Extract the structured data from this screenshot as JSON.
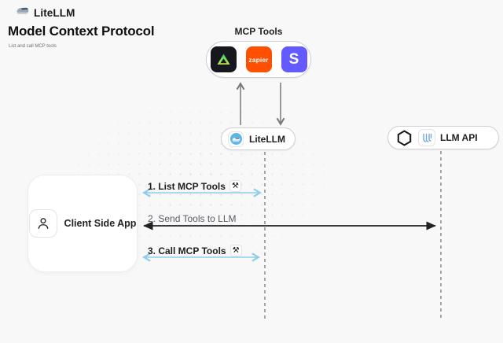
{
  "header": {
    "brand": "LiteLLM",
    "title": "Model Context Protocol",
    "subtitle": "List and call MCP tools"
  },
  "mcp_tools": {
    "label": "MCP Tools",
    "tools": [
      {
        "name": "triangle-tool",
        "bg": "#16181d"
      },
      {
        "name": "zapier",
        "text": "zapier",
        "bg": "#ff4f00"
      },
      {
        "name": "stripe",
        "text": "S",
        "bg": "#635bff"
      }
    ]
  },
  "nodes": {
    "litellm": {
      "label": "LiteLLM"
    },
    "llm_api": {
      "label": "LLM API"
    },
    "client": {
      "label": "Client Side App"
    }
  },
  "sequence": [
    {
      "label": "1. List MCP Tools",
      "icon": "⚒",
      "color": "#8fcdea"
    },
    {
      "label": "2. Send Tools to LLM",
      "color": "#222226"
    },
    {
      "label": "3. Call MCP Tools",
      "icon": "⚒",
      "color": "#8fcdea"
    }
  ],
  "colors": {
    "background": "#f8f8f9",
    "accent_blue": "#8fcdea",
    "zapier_orange": "#ff4f00",
    "stripe_purple": "#635bff",
    "triangle_green": "#3ddc84",
    "litellm_blue": "#56b7e8"
  }
}
